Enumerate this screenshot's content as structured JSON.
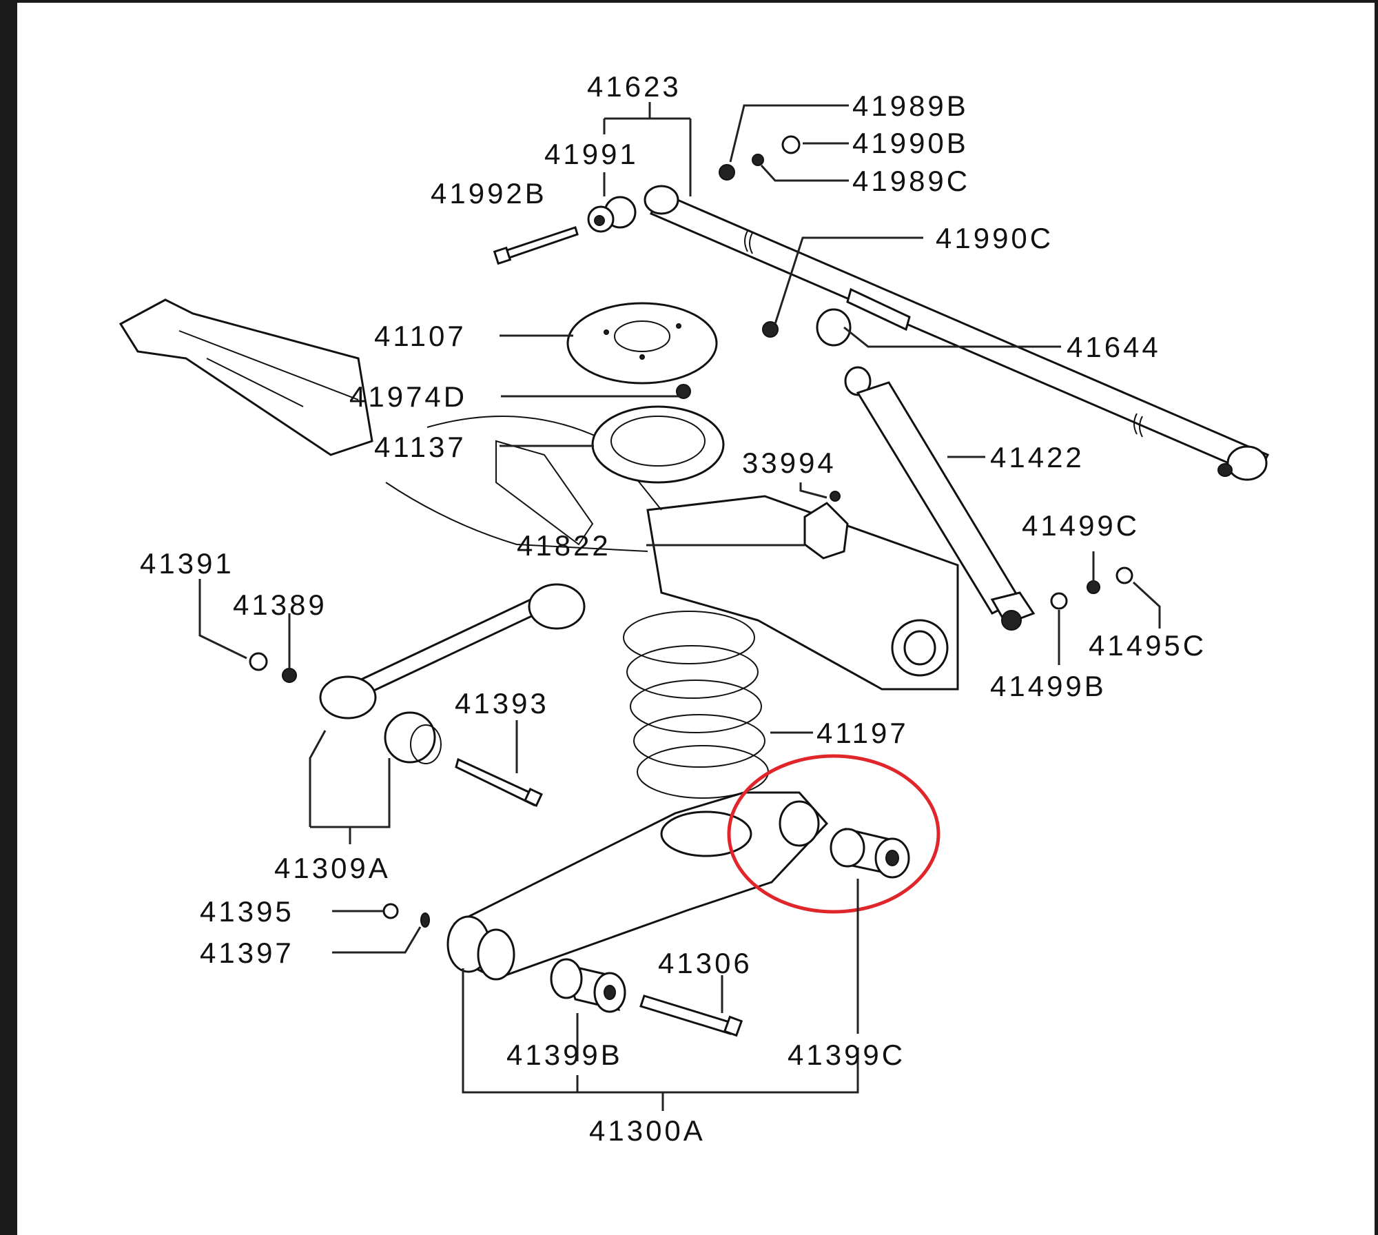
{
  "diagram": {
    "title": "Rear suspension exploded parts diagram",
    "highlight_color": "#e0262b",
    "highlighted_part": "41399C",
    "labels": {
      "p41623": "41623",
      "p41991": "41991",
      "p41992B": "41992B",
      "p41989B": "41989B",
      "p41990B": "41990B",
      "p41989C": "41989C",
      "p41990C": "41990C",
      "p41107": "41107",
      "p41644": "41644",
      "p41974D": "41974D",
      "p41137": "41137",
      "p41422": "41422",
      "p33994": "33994",
      "p41822": "41822",
      "p41499C": "41499C",
      "p41391": "41391",
      "p41389": "41389",
      "p41495C": "41495C",
      "p41499B": "41499B",
      "p41393": "41393",
      "p41197": "41197",
      "p41309A": "41309A",
      "p41395": "41395",
      "p41397": "41397",
      "p41306": "41306",
      "p41399B": "41399B",
      "p41399C": "41399C",
      "p41300A": "41300A"
    }
  }
}
